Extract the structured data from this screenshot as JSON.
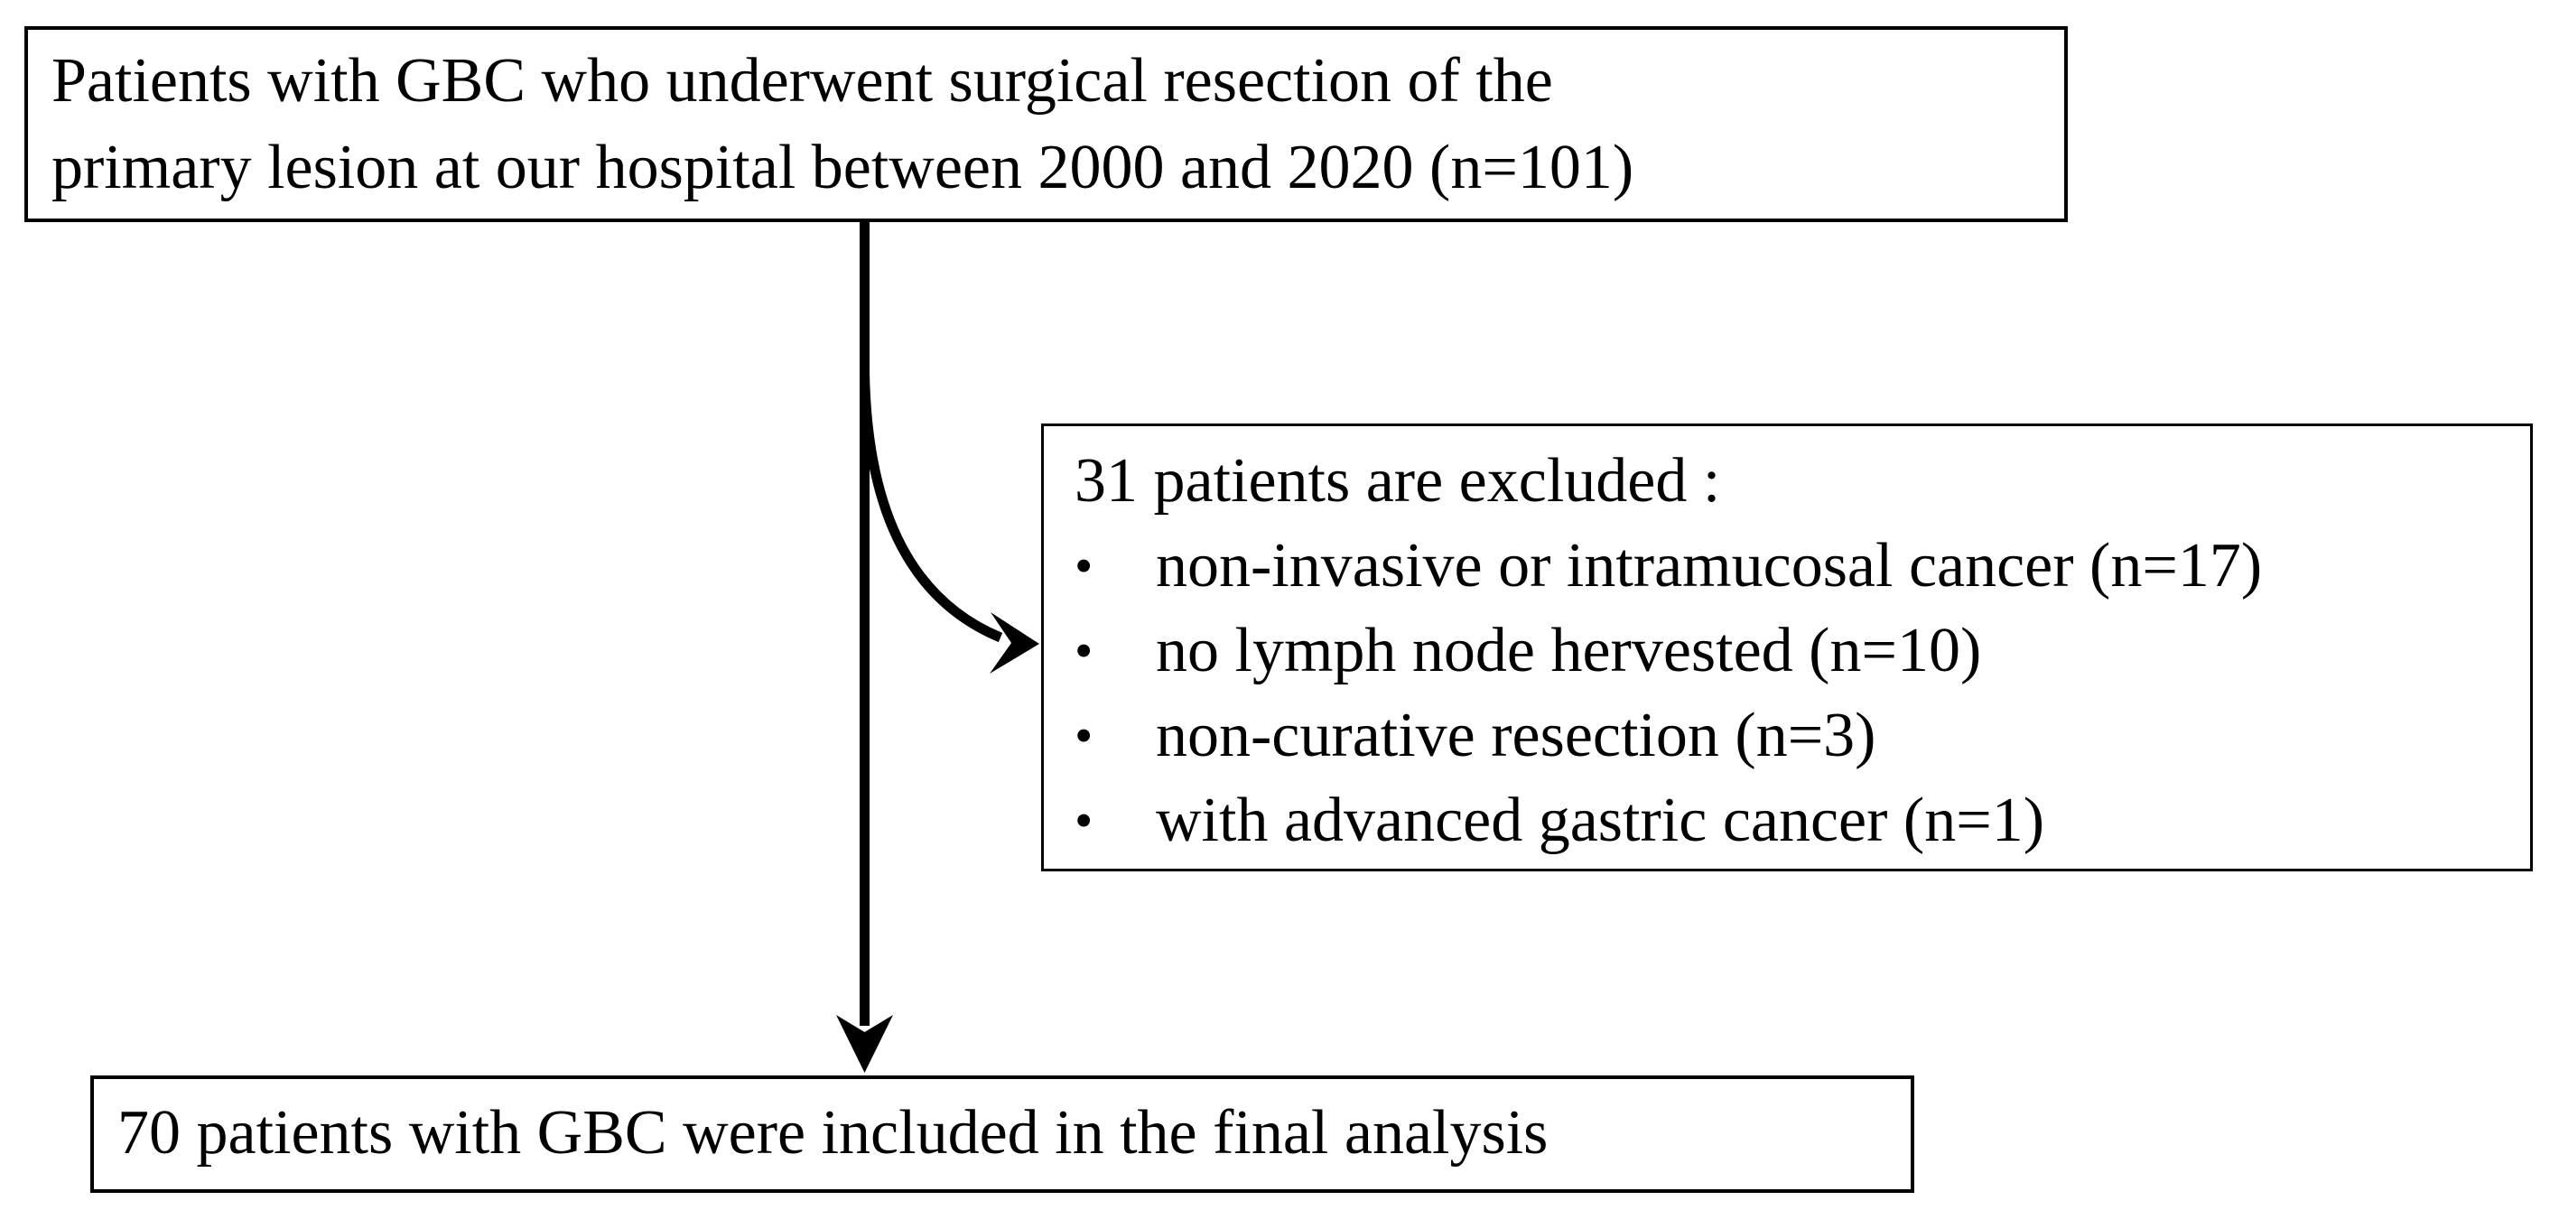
{
  "figure": {
    "background_color": "#ffffff",
    "line_color": "#000000",
    "text_color": "#000000"
  },
  "nodes": {
    "top": {
      "lines": [
        "Patients with GBC who underwent surgical resection of the",
        "primary lesion at our hospital between 2000 and 2020 (n=101)"
      ]
    },
    "excluded": {
      "title": "31 patients are excluded :",
      "bullet_char": "•",
      "items": [
        "non-invasive or intramucosal cancer (n=17)",
        "no lymph node hervested (n=10)",
        "non-curative resection (n=3)",
        "with advanced gastric cancer (n=1)"
      ]
    },
    "bottom": {
      "text": "70 patients with GBC were included in the final analysis"
    }
  }
}
